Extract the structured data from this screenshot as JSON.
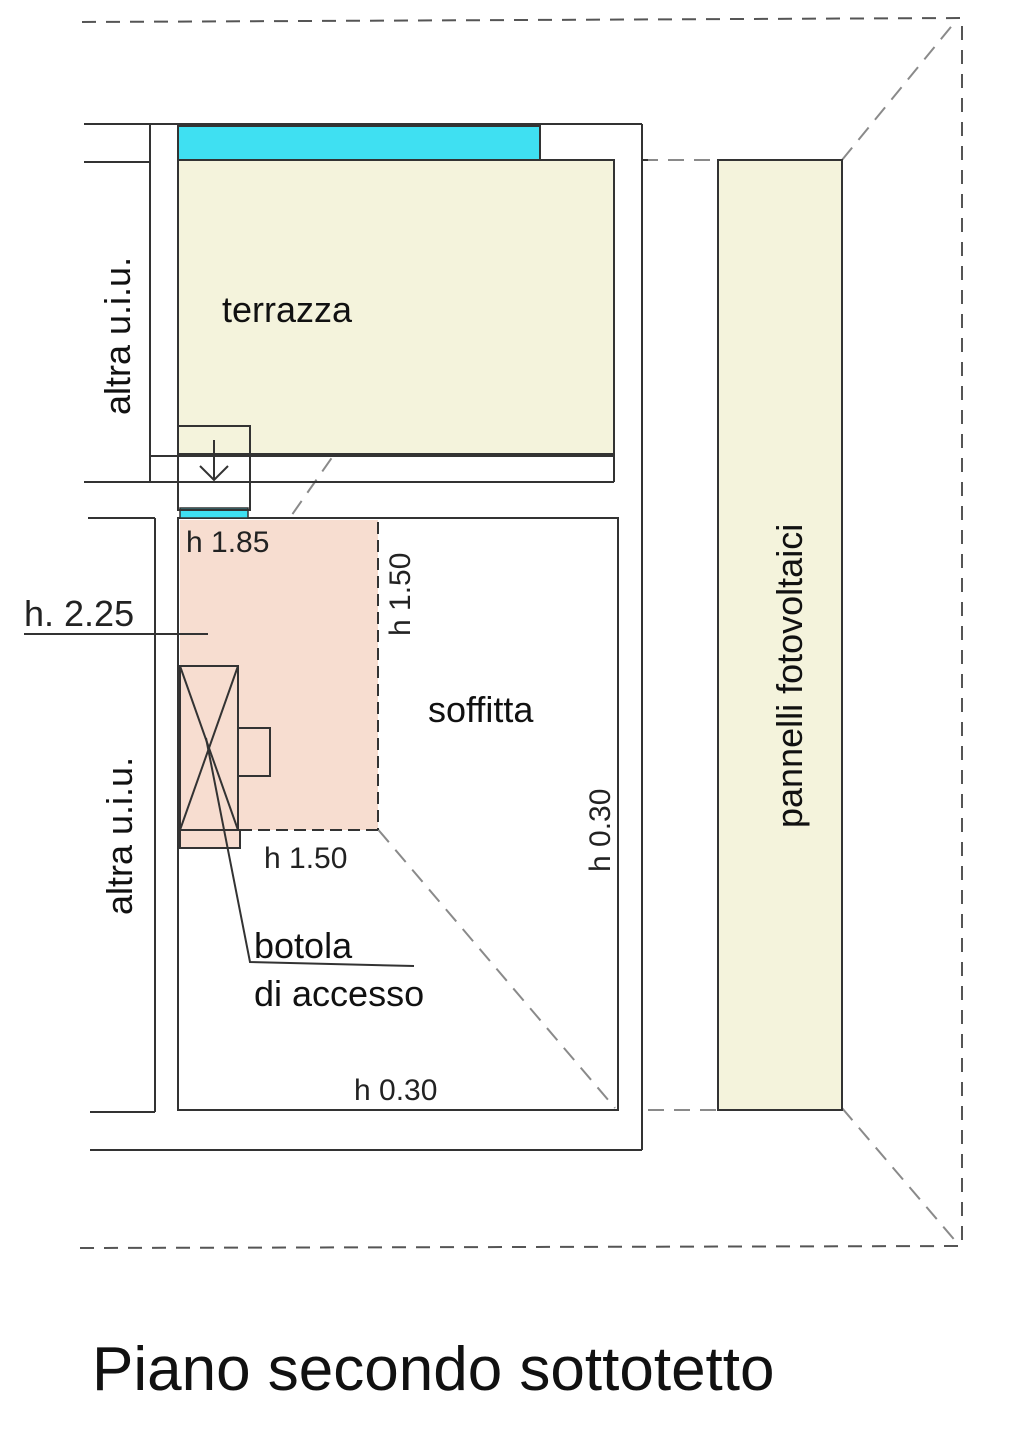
{
  "plan": {
    "title": "Piano secondo sottotetto",
    "rooms": {
      "terrazza": "terrazza",
      "soffitta": "soffitta",
      "other_unit_top": "altra u.i.u.",
      "other_unit_bottom": "altra u.i.u.",
      "solar_panels": "pannelli fotovoltaici",
      "hatch": [
        "botola",
        "di accesso"
      ]
    },
    "heights": {
      "h185": "h 1.85",
      "h150_right": "h 1.50",
      "h150_bottom": "h 1.50",
      "h225": "h. 2.25",
      "h030_right": "h 0.30",
      "h030_bottom": "h 0.30"
    },
    "colors": {
      "terrazza_fill": "#f4f3dc",
      "soffitta_zone_fill": "#f7ddd0",
      "window_fill": "#3fe0f2",
      "panel_fill": "#f4f3dc",
      "wall_stroke": "#333333",
      "ridge_stroke": "#8a8a8a"
    }
  }
}
